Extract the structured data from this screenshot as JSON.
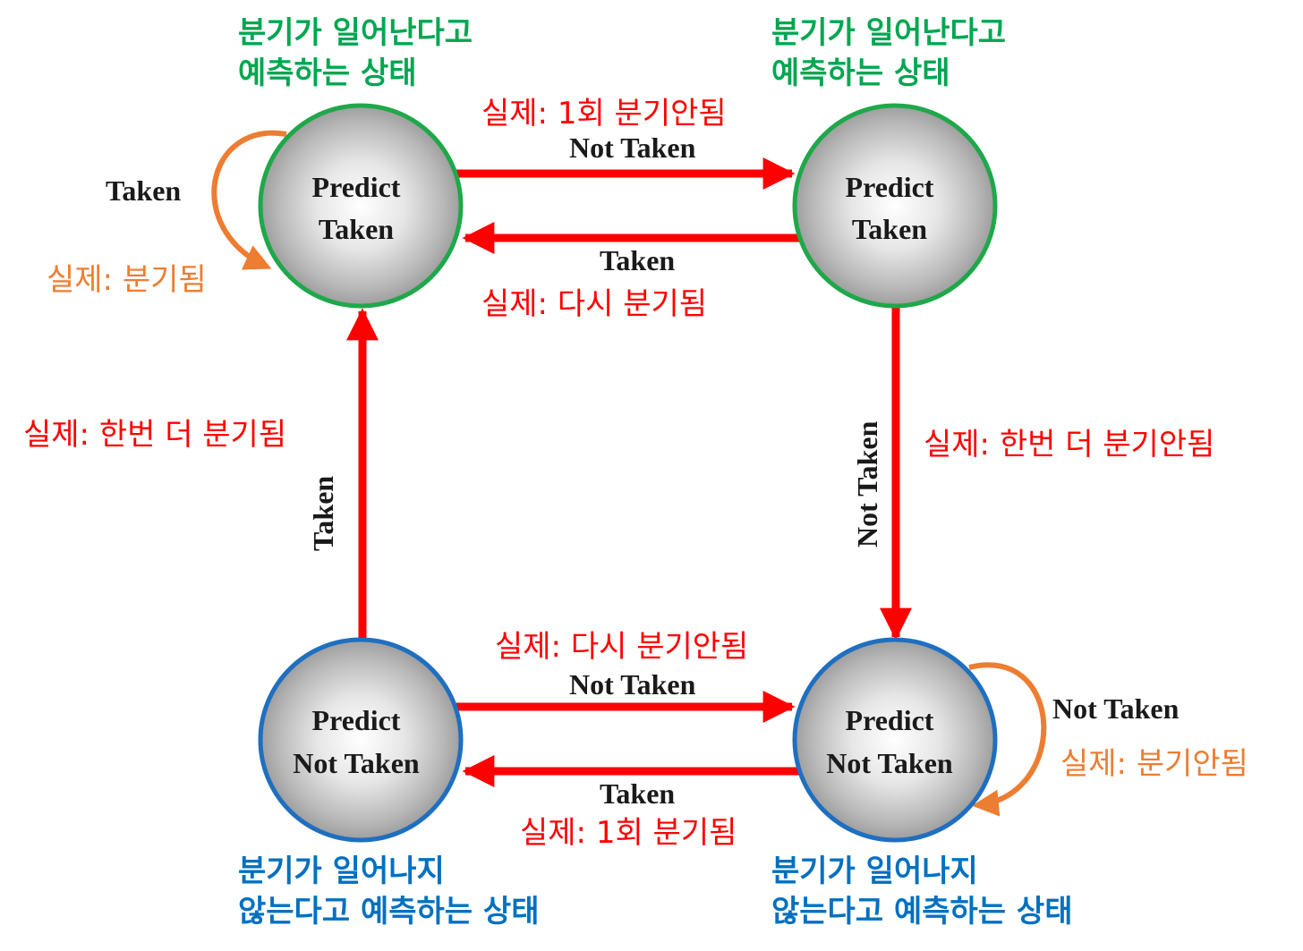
{
  "colors": {
    "red": "#ff0000",
    "orange": "#ed7d31",
    "green": "#00a650",
    "blue": "#0070c0",
    "green_ring": "#1fa84a",
    "blue_ring": "#1f6fc0",
    "dark_text": "#1a1a1a"
  },
  "states": {
    "top_left": {
      "line1": "Predict",
      "line2": "Taken",
      "desc1": "분기가 일어난다고",
      "desc2": "예측하는 상태"
    },
    "top_right": {
      "line1": "Predict",
      "line2": "Taken",
      "desc1": "분기가 일어난다고",
      "desc2": "예측하는 상태"
    },
    "bottom_left": {
      "line1": "Predict",
      "line2": "Not Taken",
      "desc1": "분기가 일어나지",
      "desc2": "않는다고 예측하는 상태"
    },
    "bottom_right": {
      "line1": "Predict",
      "line2": "Not Taken",
      "desc1": "분기가 일어나지",
      "desc2": "않는다고 예측하는 상태"
    }
  },
  "transitions": {
    "tl_self": {
      "label": "Taken",
      "kr": "실제: 분기됨"
    },
    "tl_to_tr": {
      "label": "Not Taken",
      "kr": "실제: 1회 분기안됨"
    },
    "tr_to_tl": {
      "label": "Taken",
      "kr": "실제: 다시 분기됨"
    },
    "tr_to_br": {
      "label": "Not Taken",
      "kr": "실제: 한번 더 분기안됨"
    },
    "bl_to_tl": {
      "label": "Taken",
      "kr": "실제: 한번 더 분기됨"
    },
    "bl_to_br": {
      "label": "Not Taken",
      "kr": "실제: 다시 분기안됨"
    },
    "br_to_bl": {
      "label": "Taken",
      "kr": "실제: 1회 분기됨"
    },
    "br_self": {
      "label": "Not Taken",
      "kr": "실제: 분기안됨"
    }
  }
}
